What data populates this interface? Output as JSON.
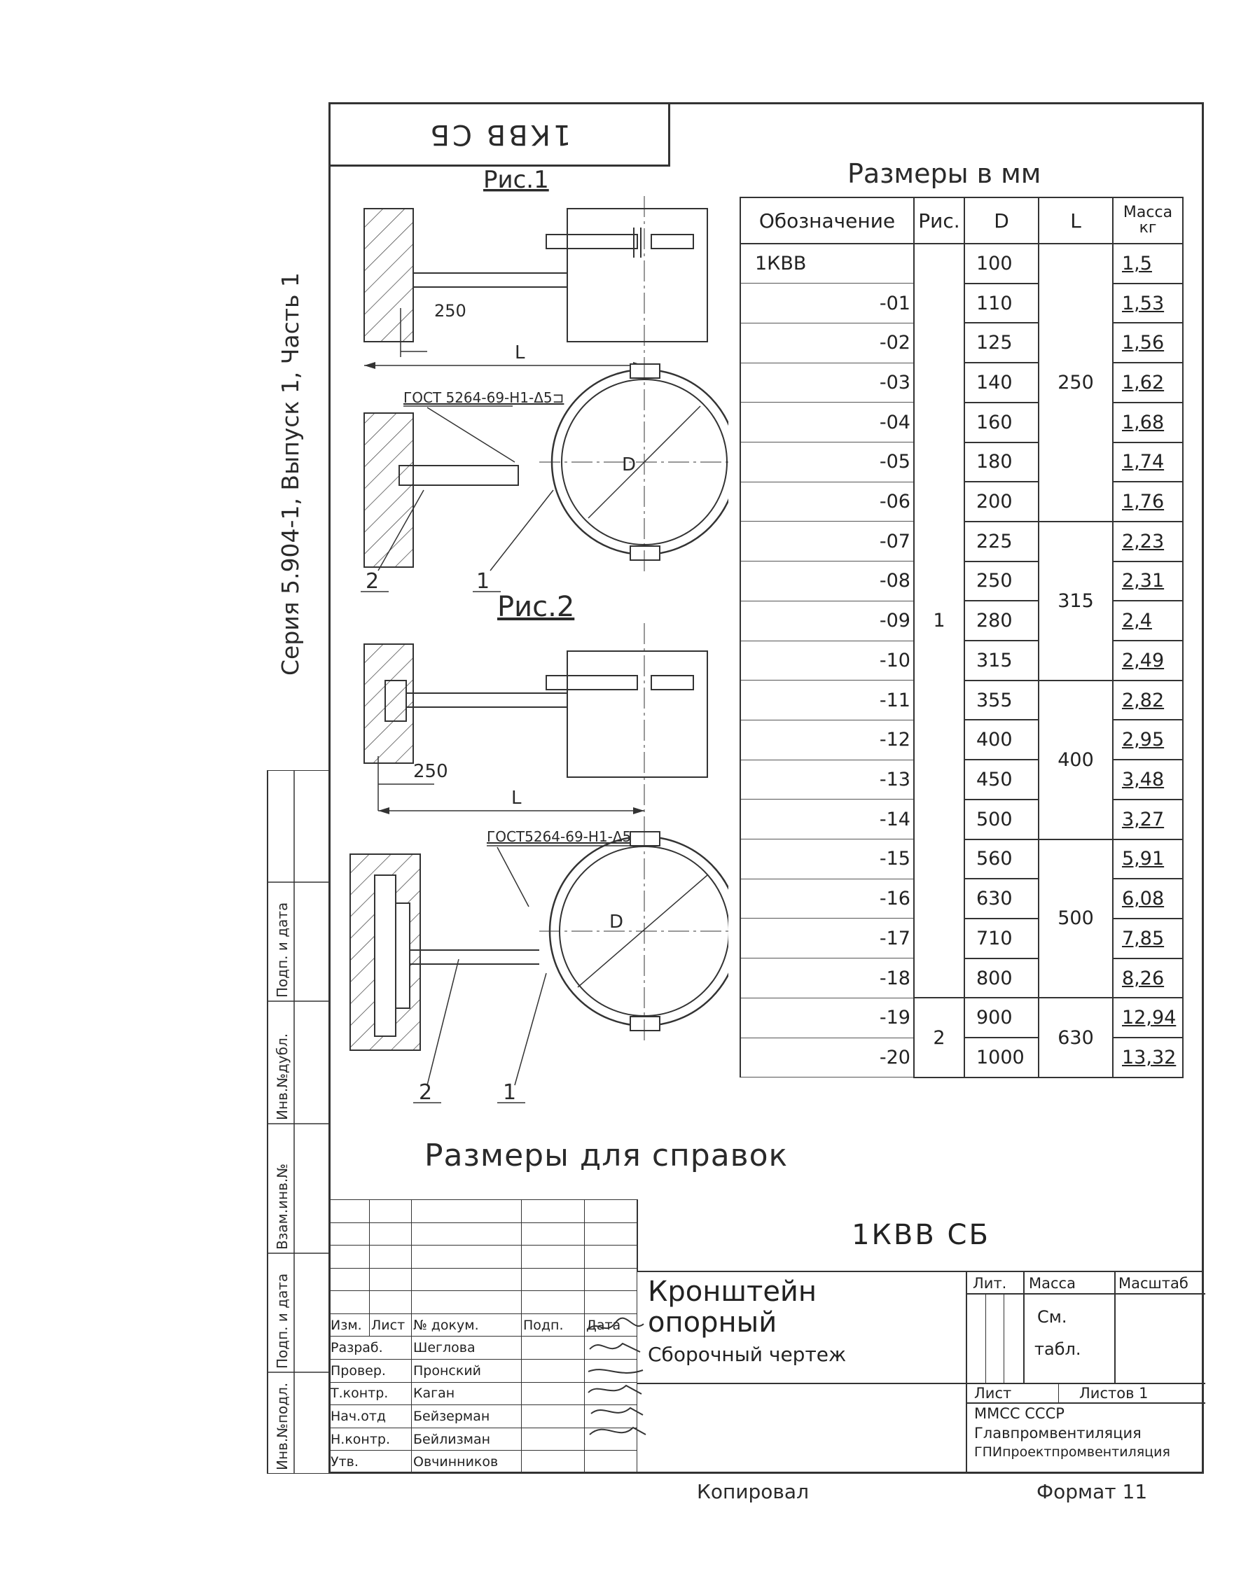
{
  "drawing": {
    "code": "1КВВ СБ",
    "corner_code": "1КВВ СБ",
    "series": "Серия 5.904-1, Выпуск 1, Часть 1",
    "sizes_title": "Размеры в мм",
    "reference_note": "Размеры для справок",
    "copied": "Копировал",
    "format": "Формат 11",
    "fig1_label": "Рис.1",
    "fig2_label": "Рис.2",
    "weld_note_1": "ГОСТ 5264-69-Н1-Δ5⊐",
    "weld_note_2": "ГОСТ5264-69-Н1-Δ5⊐",
    "dim_250": "250",
    "dim_L": "L",
    "dim_D": "D",
    "pos_1": "1",
    "pos_2": "2"
  },
  "table": {
    "headers": [
      "Обозначение",
      "Рис.",
      "D",
      "L",
      "Масса кг"
    ],
    "rows": [
      {
        "des": "1КВВ",
        "D": "100",
        "mass": "1,5"
      },
      {
        "des": "-01",
        "D": "110",
        "mass": "1,53"
      },
      {
        "des": "-02",
        "D": "125",
        "mass": "1,56"
      },
      {
        "des": "-03",
        "D": "140",
        "mass": "1,62"
      },
      {
        "des": "-04",
        "D": "160",
        "mass": "1,68"
      },
      {
        "des": "-05",
        "D": "180",
        "mass": "1,74"
      },
      {
        "des": "-06",
        "D": "200",
        "mass": "1,76"
      },
      {
        "des": "-07",
        "D": "225",
        "mass": "2,23"
      },
      {
        "des": "-08",
        "D": "250",
        "mass": "2,31"
      },
      {
        "des": "-09",
        "D": "280",
        "mass": "2,4"
      },
      {
        "des": "-10",
        "D": "315",
        "mass": "2,49"
      },
      {
        "des": "-11",
        "D": "355",
        "mass": "2,82"
      },
      {
        "des": "-12",
        "D": "400",
        "mass": "2,95"
      },
      {
        "des": "-13",
        "D": "450",
        "mass": "3,48"
      },
      {
        "des": "-14",
        "D": "500",
        "mass": "3,27"
      },
      {
        "des": "-15",
        "D": "560",
        "mass": "5,91"
      },
      {
        "des": "-16",
        "D": "630",
        "mass": "6,08"
      },
      {
        "des": "-17",
        "D": "710",
        "mass": "7,85"
      },
      {
        "des": "-18",
        "D": "800",
        "mass": "8,26"
      },
      {
        "des": "-19",
        "D": "900",
        "mass": "12,94"
      },
      {
        "des": "-20",
        "D": "1000",
        "mass": "13,32"
      }
    ],
    "fig_groups": [
      {
        "value": "1",
        "rows": 19
      },
      {
        "value": "2",
        "rows": 2
      }
    ],
    "L_groups": [
      {
        "value": "250",
        "rows": 7
      },
      {
        "value": "315",
        "rows": 4
      },
      {
        "value": "400",
        "rows": 4
      },
      {
        "value": "500",
        "rows": 4
      },
      {
        "value": "630",
        "rows": 2
      }
    ]
  },
  "title_block": {
    "code": "1КВВ СБ",
    "name_line1": "Кронштейн",
    "name_line2": "опорный",
    "doc_type": "Сборочный чертеж",
    "header": {
      "izm": "Изм.",
      "list": "Лист",
      "doc": "№ докум.",
      "sign": "Подп.",
      "date": "Дата"
    },
    "roles": [
      {
        "role": "Разраб.",
        "name": "Шеглова"
      },
      {
        "role": "Провер.",
        "name": "Пронский"
      },
      {
        "role": "Т.контр.",
        "name": "Каган"
      },
      {
        "role": "Нач.отд",
        "name": "Бейзерман"
      },
      {
        "role": "Н.контр.",
        "name": "Бейлизман"
      },
      {
        "role": "Утв.",
        "name": "Овчинников"
      }
    ],
    "lit": "Лит.",
    "mass": "Масса",
    "scale": "Масштаб",
    "mass_value_1": "См.",
    "mass_value_2": "табл.",
    "sheet": "Лист",
    "sheets": "Листов 1",
    "org_1": "ММСС СССР",
    "org_2": "Главпромвентиляция",
    "org_3": "ГПИпроектпромвентиляция"
  },
  "side_stamp": {
    "fields": [
      "Инв.№подл.",
      "Подп. и дата",
      "Взам.инв.№",
      "Инв.№дубл.",
      "Подп. и дата"
    ]
  }
}
